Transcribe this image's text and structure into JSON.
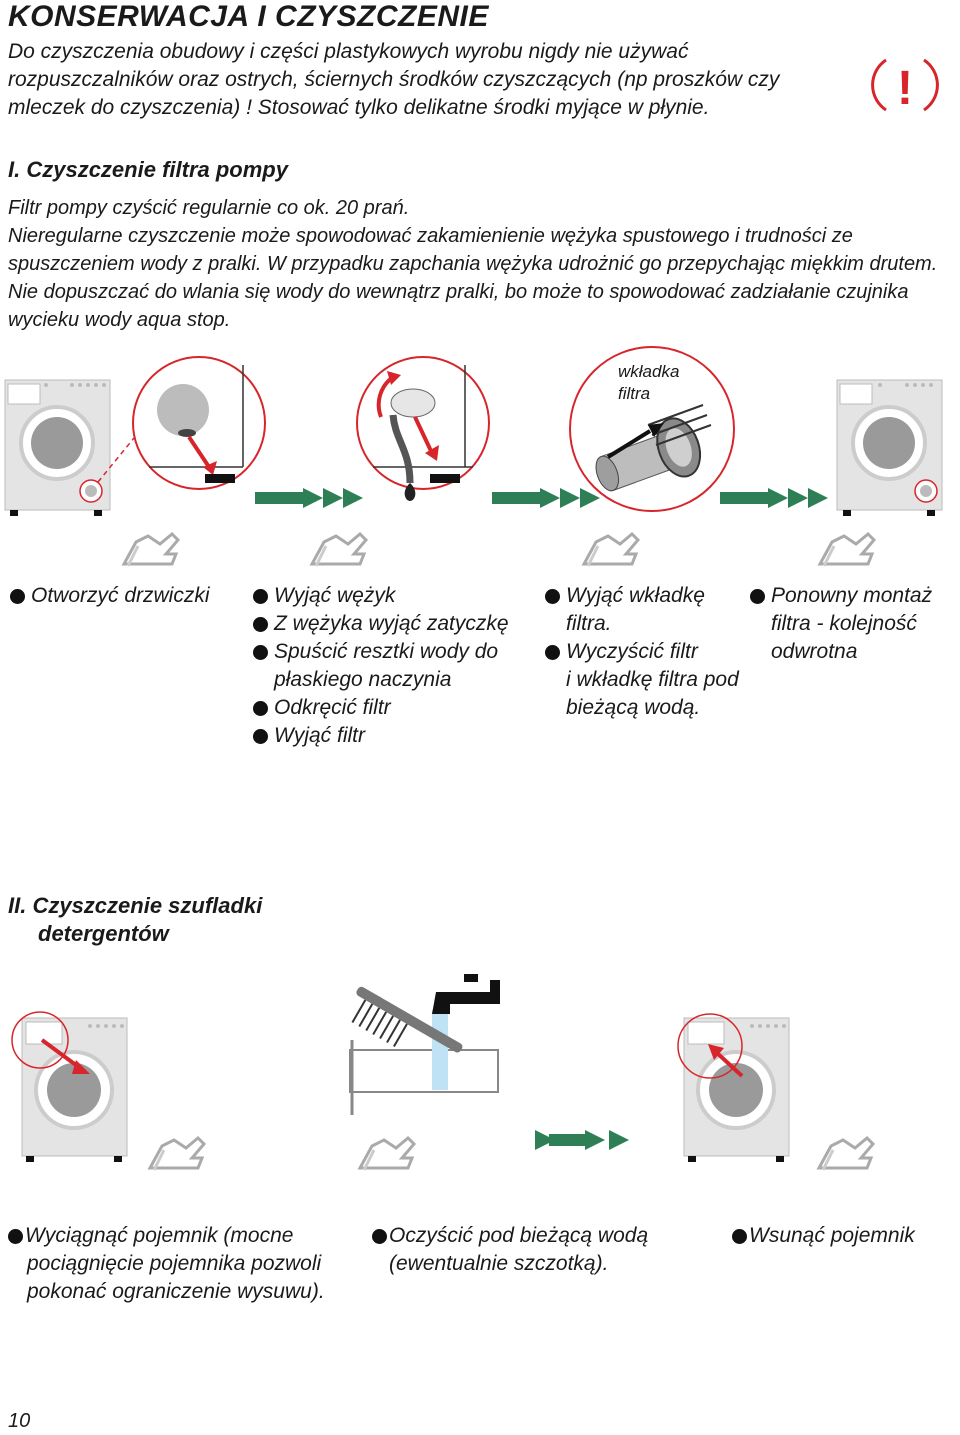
{
  "title": "KONSERWACJA I CZYSZCZENIE",
  "intro": "Do czyszczenia obudowy i części plastykowych wyrobu nigdy nie używać rozpuszczalników  oraz ostrych, ściernych  środków czyszczących (np proszków czy mleczek do czyszczenia) ! Stosować tylko delikatne środki myjące w płynie.",
  "warning_symbol": "!",
  "section1": {
    "heading": "I. Czyszczenie filtra pompy",
    "line1": "Filtr pompy czyścić regularnie co ok. 20 prań.",
    "line2": "Nieregularne czyszczenie może spowodować zakamienienie wężyka spustowego i trudności ze spuszczeniem wody z pralki. W przypadku zapchania wężyka udrożnić go przepychając miękkim drutem. Nie dopuszczać do wlania się wody do wewnątrz pralki, bo może to spowodować zadziałanie czujnika wycieku wody aqua stop.",
    "insert_label_1": "wkładka",
    "insert_label_2": "filtra",
    "steps_col1": [
      "Otworzyć drzwiczki"
    ],
    "steps_col2": [
      "Wyjąć wężyk",
      "Z wężyka wyjąć zatyczkę",
      "Spuścić resztki wody do",
      "płaskiego naczynia",
      "Odkręcić filtr",
      "Wyjąć filtr"
    ],
    "steps_col3": [
      "Wyjąć wkładkę",
      "filtra.",
      "Wyczyścić filtr",
      "i wkładkę filtra pod",
      "bieżącą wodą."
    ],
    "steps_col4": [
      "Ponowny montaż",
      "filtra  -  kolejność",
      "odwrotna"
    ]
  },
  "section2": {
    "heading_line1": "II. Czyszczenie szufladki",
    "heading_line2": "detergentów",
    "steps_col1": [
      "Wyciągnąć pojemnik (mocne",
      "pociągnięcie pojemnika pozwoli",
      "pokonać ograniczenie wysuwu)."
    ],
    "steps_col2": [
      "Oczyścić pod bieżącą wodą",
      "(ewentualnie szczotką)."
    ],
    "steps_col3": [
      "Wsunąć pojemnik"
    ]
  },
  "page_number": "10",
  "colors": {
    "accent_red": "#d7262b",
    "arrow_green": "#2e7f55",
    "machine_grey": "#d9d9d9",
    "line_grey": "#9a9a9a"
  }
}
